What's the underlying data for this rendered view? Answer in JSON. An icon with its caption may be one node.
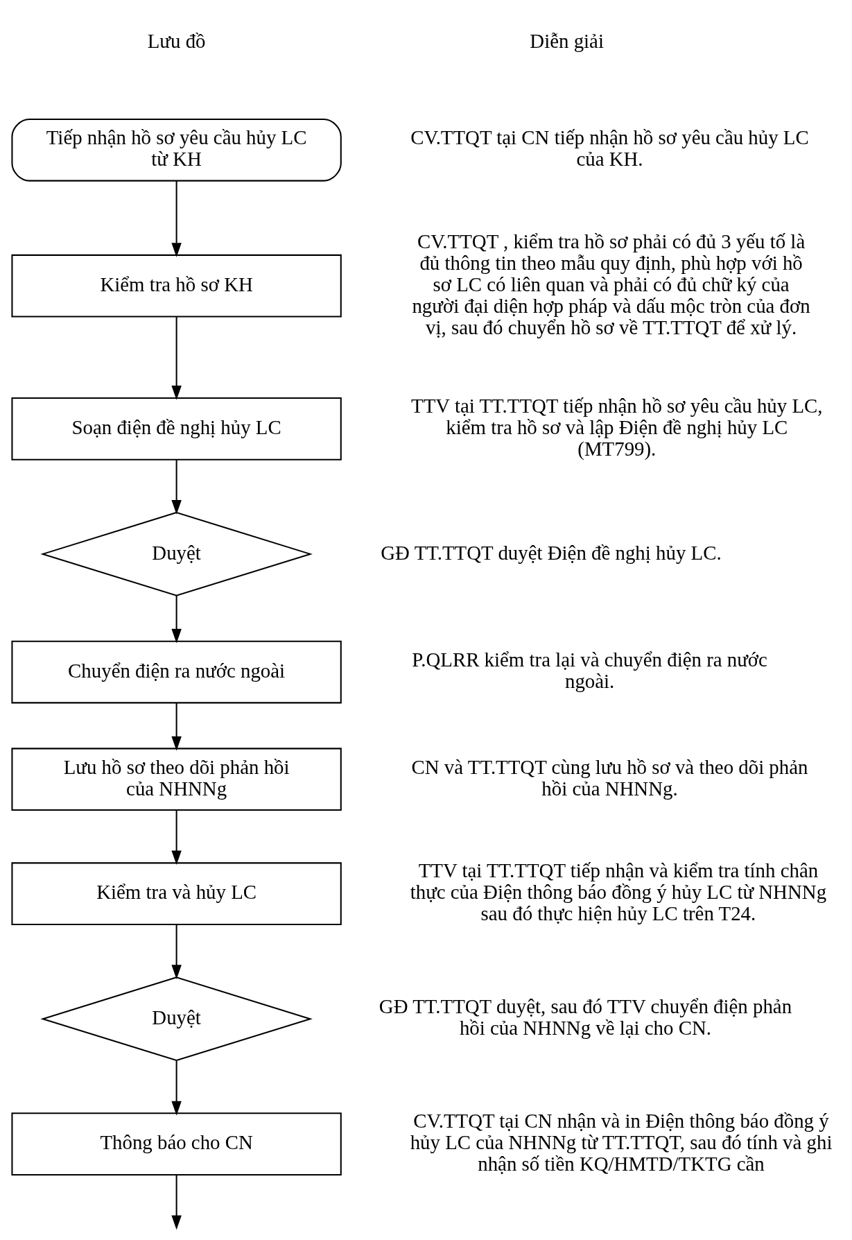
{
  "diagram": {
    "nodes": [
      {
        "text": [
          "Tiếp nhận hồ sơ yêu cầu hủy LC từ KH"
        ]
      },
      {
        "text": [
          "Kiểm tra hồ sơ KH"
        ]
      },
      {
        "text": [
          "Soạn điện đề nghị hủy LC"
        ]
      },
      {
        "text": [
          "Duyệt"
        ]
      },
      {
        "text": [
          "Chuyển điện ra nước ngoài"
        ]
      },
      {
        "text": [
          "Lưu hồ sơ theo dõi phản hồi của NHNNg"
        ]
      },
      {
        "text": [
          "Kiểm tra và hủy LC"
        ]
      },
      {
        "text": [
          "Duyệt"
        ]
      },
      {
        "text": [
          "Thông báo cho CN"
        ]
      }
    ],
    "edges": [
      {
        "from": 0,
        "to": 1,
        "arrow": "to"
      },
      {
        "from": 1,
        "to": 2,
        "arrow": "to"
      },
      {
        "from": 2,
        "to": 3,
        "arrow": "to"
      },
      {
        "from": 3,
        "to": 4,
        "arrow": "to"
      },
      {
        "from": 4,
        "to": 5,
        "arrow": "to"
      },
      {
        "from": 5,
        "to": 6,
        "arrow": "to"
      },
      {
        "from": 6,
        "to": 7,
        "arrow": "to"
      },
      {
        "from": 7,
        "to": 8,
        "arrow": "to"
      },
      {
        "from": 8,
        "to": null,
        "arrow": "to"
      }
    ],
    "labels": [
      "Lưu đồ",
      "Diễn giải",
      "CV.TTQT tại CN tiếp nhận hồ sơ yêu cầu hủy LC của KH.",
      "CV.TTQT , kiểm tra hồ sơ phải có đủ 3 yếu tố là đủ thông tin theo mẫu quy định, phù hợp với hồ sơ LC có liên quan và phải có đủ chữ ký của người đại diện hợp pháp và dấu mộc tròn của đơn vị, sau đó chuyển hồ sơ về TT.TTQT để xử lý.",
      "TTV tại TT.TTQT tiếp nhận hồ sơ yêu cầu hủy LC, kiểm tra hồ sơ và lập Điện đề nghị hủy LC (MT799).",
      "GĐ TT.TTQT duyệt Điện đề nghị hủy LC.",
      "P.QLRR kiểm tra lại và chuyển điện ra nước ngoài.",
      "CN và TT.TTQT cùng lưu hồ sơ và theo dõi phản hồi của NHNNg.",
      "TTV tại TT.TTQT tiếp nhận và kiểm tra tính chân thực của Điện thông báo đồng ý hủy LC từ NHNNg sau đó thực hiện hủy LC trên T24.",
      "GĐ TT.TTQT duyệt, sau đó TTV chuyển điện phản hồi của NHNNg về lại cho CN.",
      "CV.TTQT tại CN nhận và in Điện thông báo đồng ý hủy LC của NHNNg từ TT.TTQT, sau đó tính và ghi nhận số tiền KQ/HMTD/TKTG cần"
    ]
  }
}
